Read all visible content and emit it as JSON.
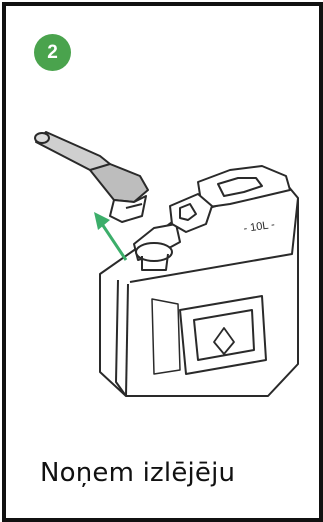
{
  "step": {
    "number": "2",
    "badge_color": "#4aa34d"
  },
  "illustration": {
    "label": "10L",
    "icons": [
      "jerrycan-icon",
      "nozzle-icon",
      "arrow-up-left-icon",
      "fuel-drop-icon"
    ],
    "arrow_color": "#3cae6a"
  },
  "caption": "Noņem izlējēju"
}
